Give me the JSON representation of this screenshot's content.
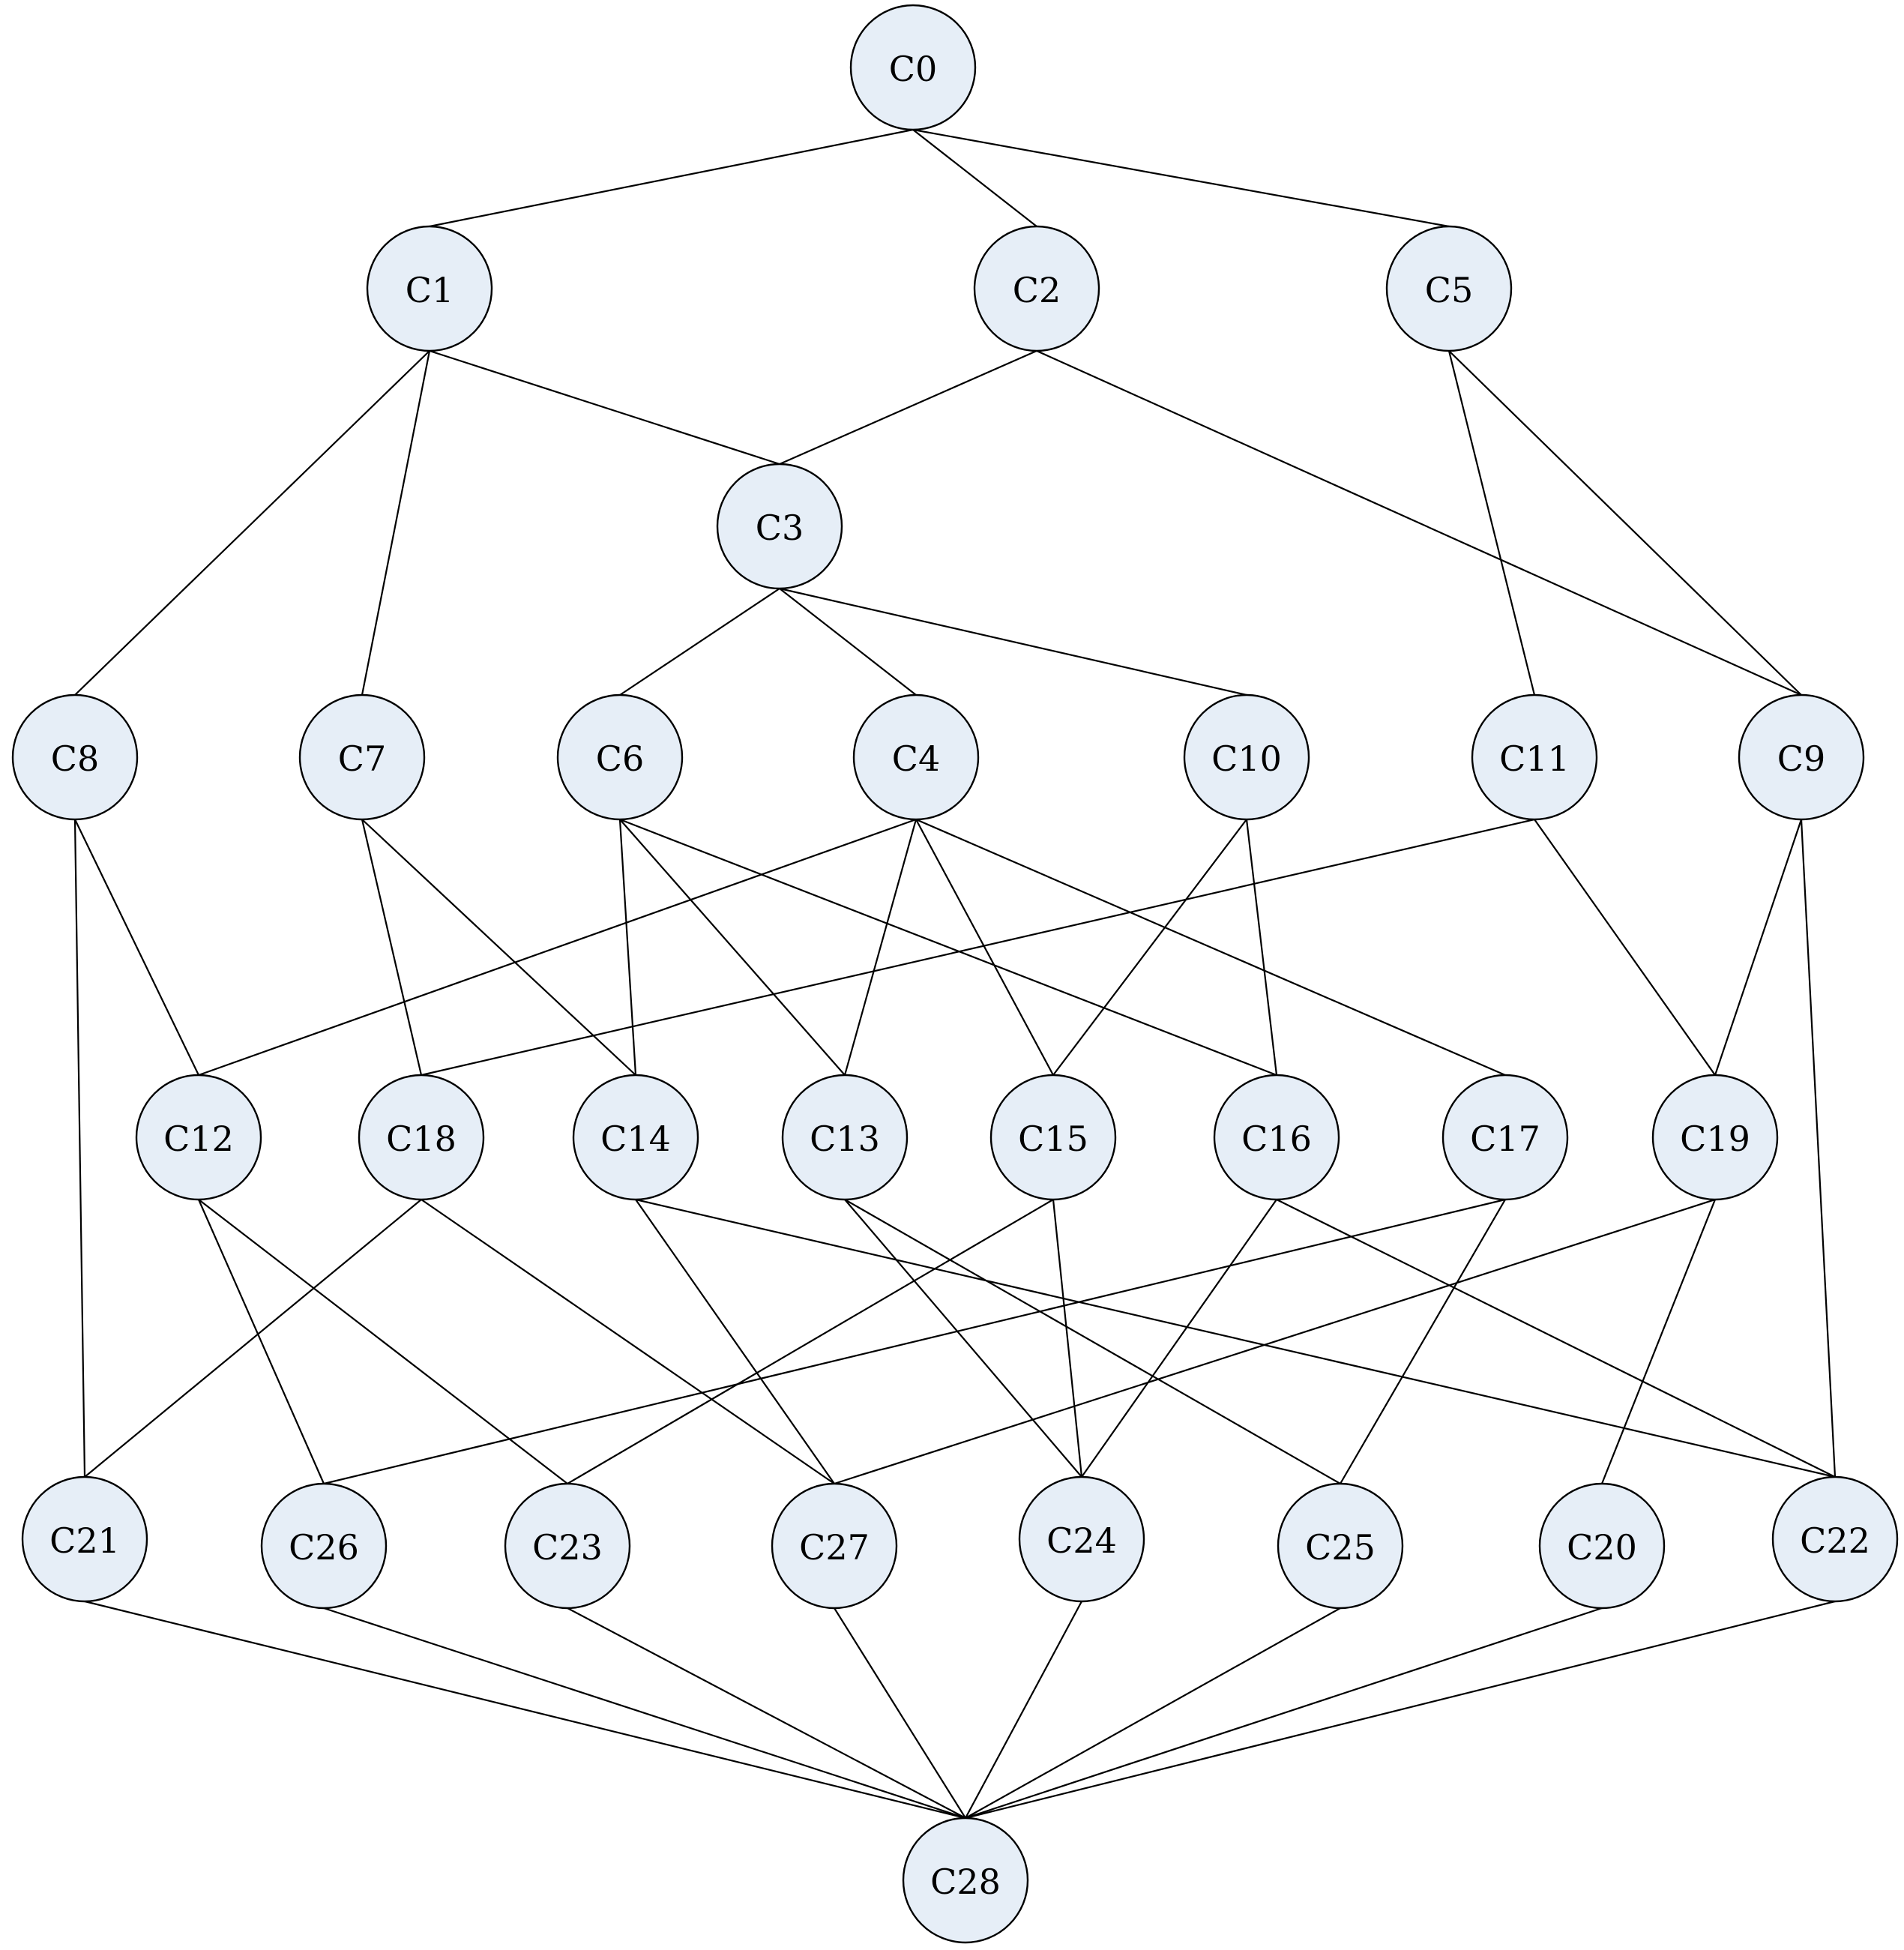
{
  "diagram": {
    "colors": {
      "node_fill": "#e6eef7",
      "node_stroke": "#000000",
      "edge": "#000000",
      "background": "#ffffff"
    },
    "nodes": [
      {
        "id": "C0",
        "label": "C0"
      },
      {
        "id": "C1",
        "label": "C1"
      },
      {
        "id": "C2",
        "label": "C2"
      },
      {
        "id": "C5",
        "label": "C5"
      },
      {
        "id": "C3",
        "label": "C3"
      },
      {
        "id": "C8",
        "label": "C8"
      },
      {
        "id": "C7",
        "label": "C7"
      },
      {
        "id": "C6",
        "label": "C6"
      },
      {
        "id": "C4",
        "label": "C4"
      },
      {
        "id": "C10",
        "label": "C10"
      },
      {
        "id": "C11",
        "label": "C11"
      },
      {
        "id": "C9",
        "label": "C9"
      },
      {
        "id": "C12",
        "label": "C12"
      },
      {
        "id": "C18",
        "label": "C18"
      },
      {
        "id": "C14",
        "label": "C14"
      },
      {
        "id": "C13",
        "label": "C13"
      },
      {
        "id": "C15",
        "label": "C15"
      },
      {
        "id": "C16",
        "label": "C16"
      },
      {
        "id": "C17",
        "label": "C17"
      },
      {
        "id": "C19",
        "label": "C19"
      },
      {
        "id": "C21",
        "label": "C21"
      },
      {
        "id": "C26",
        "label": "C26"
      },
      {
        "id": "C23",
        "label": "C23"
      },
      {
        "id": "C27",
        "label": "C27"
      },
      {
        "id": "C24",
        "label": "C24"
      },
      {
        "id": "C25",
        "label": "C25"
      },
      {
        "id": "C20",
        "label": "C20"
      },
      {
        "id": "C22",
        "label": "C22"
      },
      {
        "id": "C28",
        "label": "C28"
      }
    ],
    "edges": [
      [
        "C0",
        "C1"
      ],
      [
        "C0",
        "C2"
      ],
      [
        "C0",
        "C5"
      ],
      [
        "C1",
        "C3"
      ],
      [
        "C1",
        "C8"
      ],
      [
        "C1",
        "C7"
      ],
      [
        "C2",
        "C3"
      ],
      [
        "C2",
        "C9"
      ],
      [
        "C5",
        "C11"
      ],
      [
        "C5",
        "C9"
      ],
      [
        "C3",
        "C6"
      ],
      [
        "C3",
        "C4"
      ],
      [
        "C3",
        "C10"
      ],
      [
        "C8",
        "C12"
      ],
      [
        "C8",
        "C21"
      ],
      [
        "C7",
        "C18"
      ],
      [
        "C7",
        "C14"
      ],
      [
        "C6",
        "C14"
      ],
      [
        "C6",
        "C13"
      ],
      [
        "C6",
        "C16"
      ],
      [
        "C4",
        "C12"
      ],
      [
        "C4",
        "C13"
      ],
      [
        "C4",
        "C15"
      ],
      [
        "C4",
        "C17"
      ],
      [
        "C10",
        "C15"
      ],
      [
        "C10",
        "C16"
      ],
      [
        "C11",
        "C18"
      ],
      [
        "C11",
        "C19"
      ],
      [
        "C9",
        "C19"
      ],
      [
        "C9",
        "C22"
      ],
      [
        "C12",
        "C26"
      ],
      [
        "C12",
        "C23"
      ],
      [
        "C18",
        "C21"
      ],
      [
        "C18",
        "C27"
      ],
      [
        "C14",
        "C27"
      ],
      [
        "C14",
        "C22"
      ],
      [
        "C13",
        "C24"
      ],
      [
        "C13",
        "C25"
      ],
      [
        "C15",
        "C23"
      ],
      [
        "C15",
        "C24"
      ],
      [
        "C16",
        "C24"
      ],
      [
        "C16",
        "C22"
      ],
      [
        "C17",
        "C26"
      ],
      [
        "C17",
        "C25"
      ],
      [
        "C19",
        "C27"
      ],
      [
        "C19",
        "C20"
      ],
      [
        "C21",
        "C28"
      ],
      [
        "C26",
        "C28"
      ],
      [
        "C23",
        "C28"
      ],
      [
        "C27",
        "C28"
      ],
      [
        "C24",
        "C28"
      ],
      [
        "C25",
        "C28"
      ],
      [
        "C20",
        "C28"
      ],
      [
        "C22",
        "C28"
      ]
    ]
  }
}
